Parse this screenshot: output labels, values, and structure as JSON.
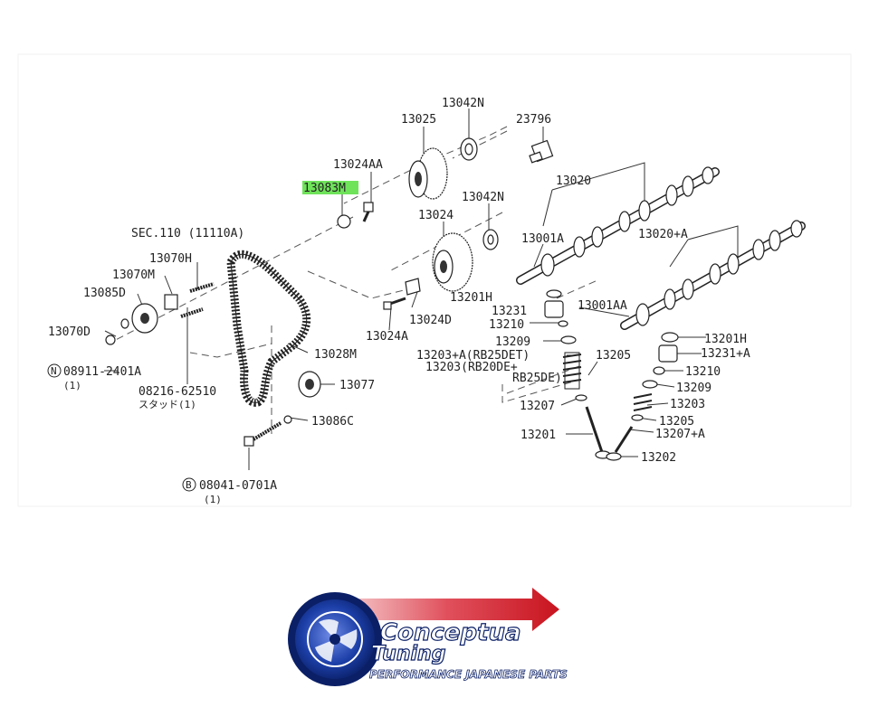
{
  "diagram": {
    "labels": {
      "p13042N_top": "13042N",
      "p13025": "13025",
      "p23796": "23796",
      "p13024AA": "13024AA",
      "p13083M": "13083M",
      "p13042N_mid": "13042N",
      "p13020": "13020",
      "p13024": "13024",
      "p13001A": "13001A",
      "p13020A": "13020+A",
      "sec110": "SEC.110 (11110A)",
      "p13070H": "13070H",
      "p13070M": "13070M",
      "p13085D": "13085D",
      "p13201H_l": "13201H",
      "p13231_l": "13231",
      "p13001AA": "13001AA",
      "p13210_l": "13210",
      "p13024D": "13024D",
      "p13070D": "13070D",
      "p13024A": "13024A",
      "p13209_l": "13209",
      "p13201H_r": "13201H",
      "p13203A": "13203+A(RB25DET)",
      "p13205_l": "13205",
      "p13231A": "13231+A",
      "p13028M": "13028M",
      "p13203": "13203(RB20DE+",
      "p13203b": "RB25DE)",
      "p13210_r": "13210",
      "p08911": "08911-2401A",
      "p08911q": "(1)",
      "p13209_r": "13209",
      "p13077": "13077",
      "p08216": "08216-62510",
      "p08216sub": "スタッド(1)",
      "p13207_l": "13207",
      "p13203_r": "13203",
      "p13205_r": "13205",
      "p13086C": "13086C",
      "p13201": "13201",
      "p13207A": "13207+A",
      "p13202": "13202",
      "p08041": "08041-0701A",
      "p08041q": "(1)",
      "circleN": "N",
      "circleB": "B"
    },
    "highlight_color": "#6fe35a"
  },
  "logo": {
    "line1": "Conceptua",
    "line2": "Tuning",
    "tagline": "PERFORMANCE JAPANESE PARTS",
    "arrow_color": "#d0202c",
    "badge_color": "#1c3fa8"
  }
}
